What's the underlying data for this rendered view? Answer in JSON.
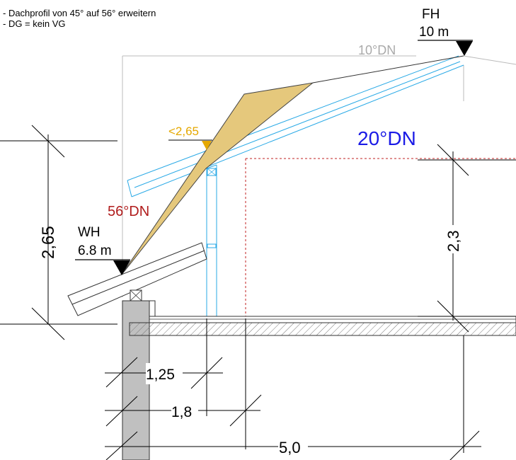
{
  "notes": [
    "- Dachprofil von 45° auf 56° erweitern",
    "- DG = kein VG"
  ],
  "labels": {
    "fh": "FH",
    "fh_value": "10 m",
    "roof_10": "10°DN",
    "roof_20": "20°DN",
    "roof_56": "56°DN",
    "wh": "WH",
    "wh_value": "6.8 m",
    "height_limit": "<2,65"
  },
  "dimensions": {
    "eave_height": "2,65",
    "room_height": "2,3",
    "dim_1": "1,25",
    "dim_2": "1,8",
    "dim_3": "5,0"
  },
  "colors": {
    "existing_roof": "#29a9e6",
    "extension_fill": "#e5c87c",
    "angle_56": "#b01c1c",
    "angle_20": "#1b1be6",
    "height_limit": "#e5a800",
    "outline_10": "#aaaaaa",
    "wall": "#c0c0c0",
    "room_line": "#c02020"
  }
}
